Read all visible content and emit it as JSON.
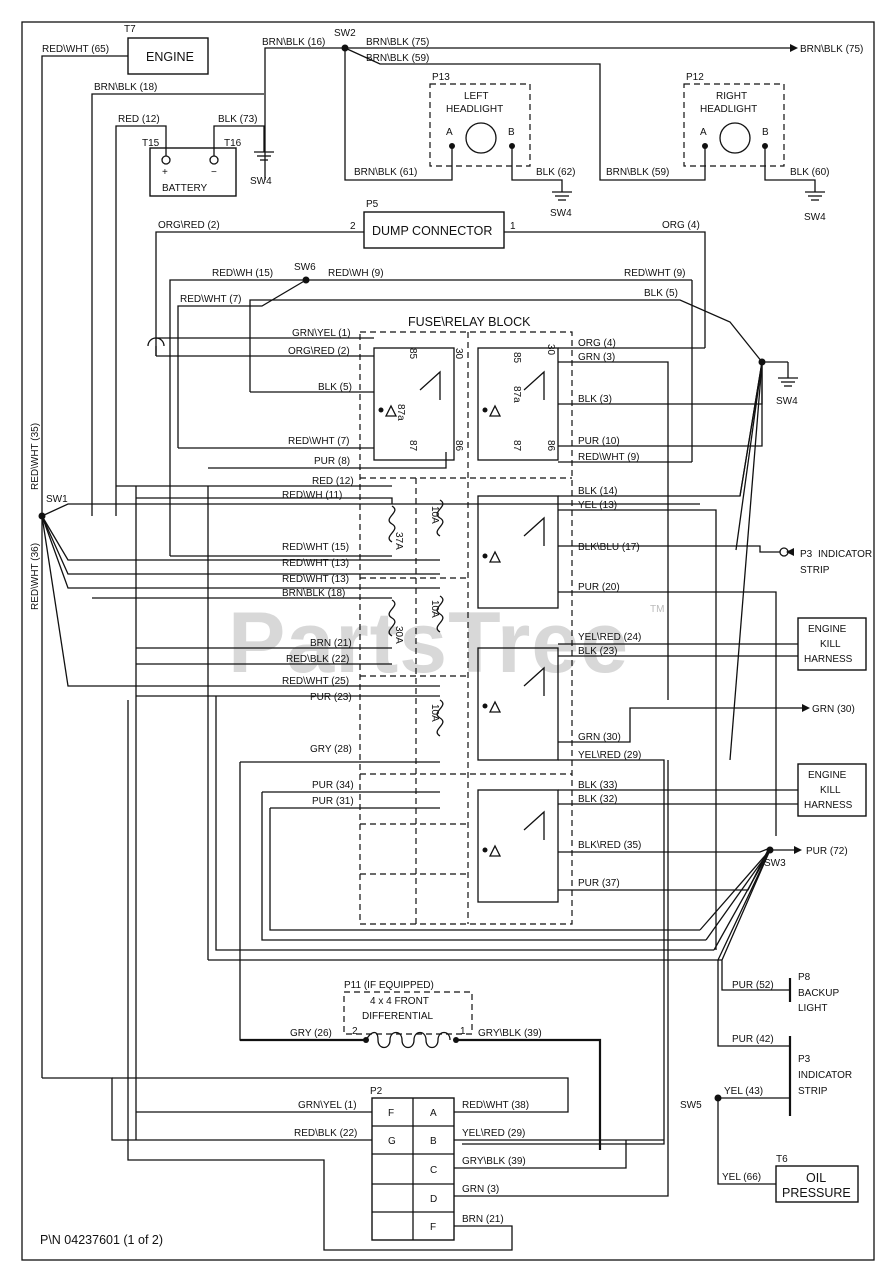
{
  "components": {
    "engine": {
      "ref": "T7",
      "label": "ENGINE"
    },
    "battery": {
      "ref_pos": "T15",
      "ref_neg": "T16",
      "label": "BATTERY"
    },
    "left_headlight": {
      "ref": "P13",
      "line1": "LEFT",
      "line2": "HEADLIGHT",
      "pin_a": "A",
      "pin_b": "B"
    },
    "right_headlight": {
      "ref": "P12",
      "line1": "RIGHT",
      "line2": "HEADLIGHT",
      "pin_a": "A",
      "pin_b": "B"
    },
    "dump_connector": {
      "ref": "P5",
      "label": "DUMP CONNECTOR",
      "pin_left": "2",
      "pin_right": "1"
    },
    "fuse_relay_block": {
      "label": "FUSE\\RELAY BLOCK"
    },
    "indicator_strip_top": {
      "ref": "P3",
      "line1": "INDICATOR",
      "line2": "STRIP"
    },
    "engine_kill_1": {
      "line1": "ENGINE",
      "line2": "KILL",
      "line3": "HARNESS"
    },
    "engine_kill_2": {
      "line1": "ENGINE",
      "line2": "KILL",
      "line3": "HARNESS"
    },
    "differential": {
      "ref": "P11 (IF EQUIPPED)",
      "line1": "4 x 4 FRONT",
      "line2": "DIFFERENTIAL",
      "pin_left": "2",
      "pin_right": "1"
    },
    "backup_light": {
      "ref": "P8",
      "line1": "BACKUP",
      "line2": "LIGHT"
    },
    "indicator_strip_bottom": {
      "ref": "P3",
      "line1": "INDICATOR",
      "line2": "STRIP"
    },
    "oil_pressure": {
      "ref": "T6",
      "line1": "OIL",
      "line2": "PRESSURE"
    },
    "p2": {
      "ref": "P2",
      "left_pins": [
        "F",
        "G",
        "",
        "",
        ""
      ],
      "right_pins": [
        "A",
        "B",
        "C",
        "D",
        "F"
      ]
    }
  },
  "splices": {
    "sw1": "SW1",
    "sw2": "SW2",
    "sw3": "SW3",
    "sw4": "SW4",
    "sw5": "SW5",
    "sw6": "SW6"
  },
  "wires": {
    "redwht_65": "RED\\WHT (65)",
    "brnblk_16": "BRN\\BLK (16)",
    "brnblk_75a": "BRN\\BLK (75)",
    "brnblk_75b": "BRN\\BLK (75)",
    "brnblk_59a": "BRN\\BLK (59)",
    "brnblk_18": "BRN\\BLK (18)",
    "red_12": "RED (12)",
    "blk_73": "BLK (73)",
    "brnblk_61": "BRN\\BLK (61)",
    "blk_62": "BLK (62)",
    "brnblk_59b": "BRN\\BLK (59)",
    "blk_60": "BLK (60)",
    "orgred_2": "ORG\\RED (2)",
    "org_4": "ORG (4)",
    "redwh_15": "RED\\WH  (15)",
    "redwh_9": "RED\\WH  (9)",
    "redwht_9": "RED\\WHT (9)",
    "redwht_7": "RED\\WHT (7)",
    "blk_5": "BLK (5)",
    "redwht_35": "RED\\WHT (35)",
    "redwht_36": "RED\\WHT (36)",
    "r_grnyel_1": "GRN\\YEL (1)",
    "r_orgred_2": "ORG\\RED (2)",
    "r_blk_5": "BLK (5)",
    "r_redwht_7": "RED\\WHT (7)",
    "r_pur_8": "PUR (8)",
    "r_red_12": "RED (12)",
    "r_redwh_11": "RED\\WH  (11)",
    "r_redwht_15": "RED\\WHT (15)",
    "r_redwht_13a": "RED\\WHT (13)",
    "r_redwht_13b": "RED\\WHT (13)",
    "r_brnblk_18": "BRN\\BLK (18)",
    "r_brn_21": "BRN (21)",
    "r_redblk_22": "RED\\BLK (22)",
    "r_redwht_25": "RED\\WHT (25)",
    "r_pur_23": "PUR (23)",
    "r_gry_28": "GRY (28)",
    "r_pur_34": "PUR (34)",
    "r_pur_31": "PUR (31)",
    "o_org_4": "ORG (4)",
    "o_grn_3": "GRN (3)",
    "o_blk_3": "BLK (3)",
    "o_pur_10": "PUR (10)",
    "o_redwht_9": "RED\\WHT (9)",
    "o_blk_14": "BLK (14)",
    "o_yel_13": "YEL (13)",
    "o_blkblu_17": "BLK\\BLU (17)",
    "o_pur_20": "PUR (20)",
    "o_yelred_24": "YEL\\RED (24)",
    "o_blk_23": "BLK (23)",
    "o_grn_30": "GRN (30)",
    "o_yelred_29": "YEL\\RED (29)",
    "o_blk_33": "BLK (33)",
    "o_blk_32": "BLK (32)",
    "o_blkred_35": "BLK\\RED (35)",
    "o_pur_37": "PUR (37)",
    "grn_30_out": "GRN (30)",
    "pur_72": "PUR (72)",
    "pur_52": "PUR (52)",
    "pur_42": "PUR (42)",
    "yel_43": "YEL (43)",
    "yel_66": "YEL (66)",
    "gry_26": "GRY (26)",
    "gryblk_39a": "GRY\\BLK (39)",
    "p2_grnyel_1": "GRN\\YEL (1)",
    "p2_redblk_22": "RED\\BLK (22)",
    "p2_redwht_38": "RED\\WHT (38)",
    "p2_yelred_29": "YEL\\RED (29)",
    "p2_gryblk_39": "GRY\\BLK (39)",
    "p2_grn_3": "GRN (3)",
    "p2_brn_21": "BRN (21)"
  },
  "fuses": {
    "f37a": "37A",
    "f10a_1": "10A",
    "f30a": "30A",
    "f10a_2": "10A",
    "f10a_3": "10A"
  },
  "relay_pins": {
    "p85": "85",
    "p86": "86",
    "p87": "87",
    "p87a": "87a",
    "p30": "30"
  },
  "part_number": "P\\N 04237601 (1 of 2)",
  "watermark": "PartsTree",
  "trademark": "TM"
}
